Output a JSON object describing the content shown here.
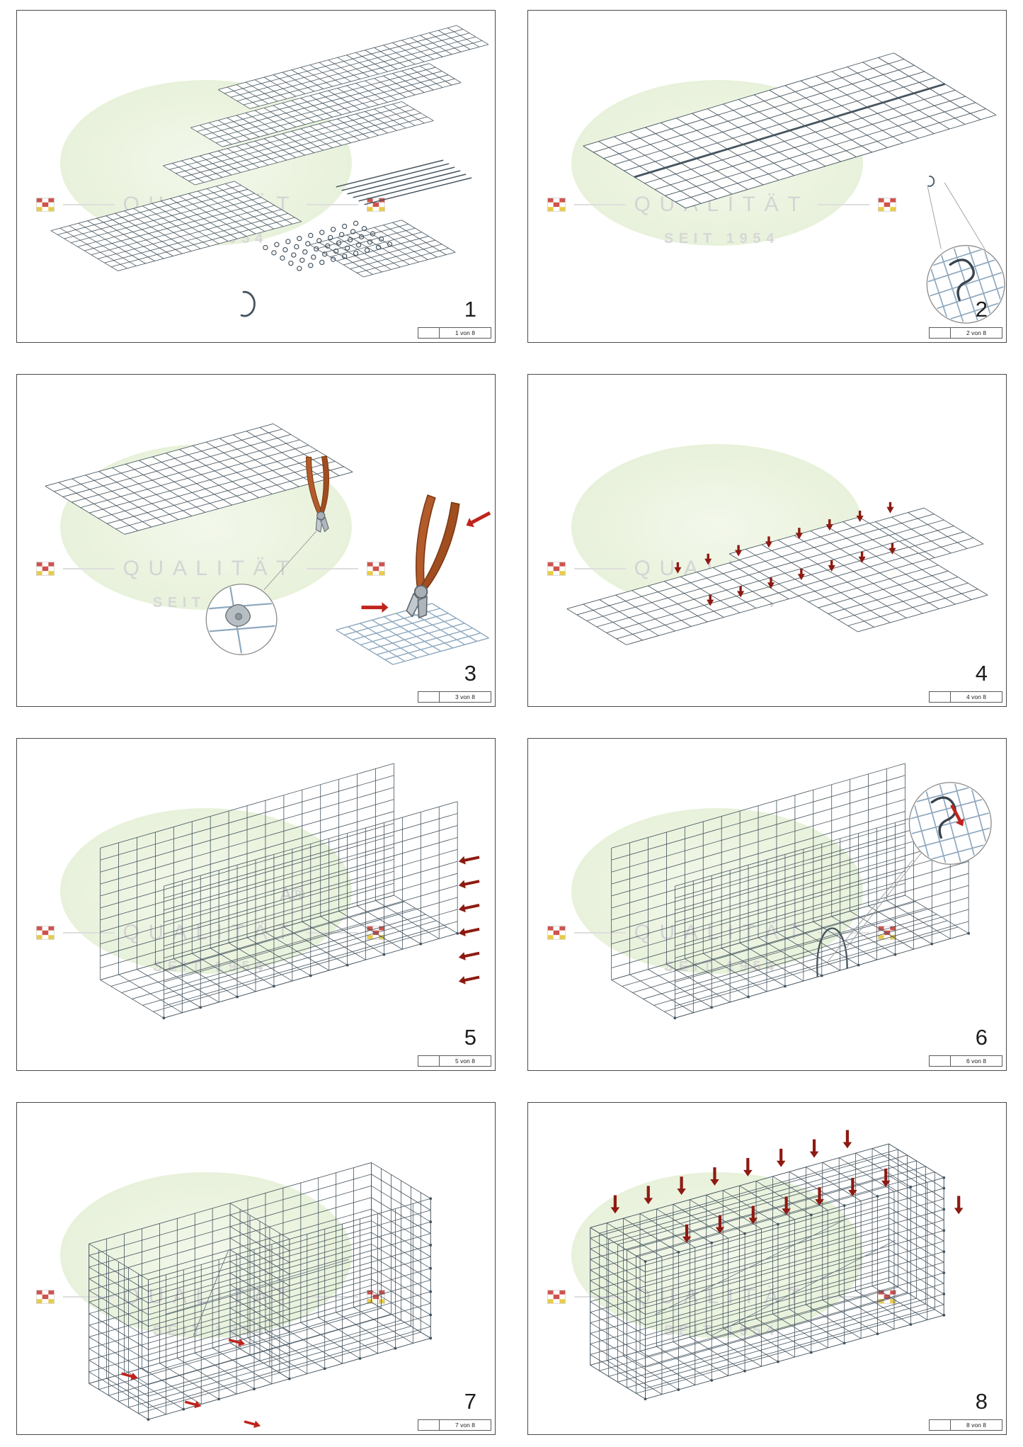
{
  "watermark": {
    "line1": "QUALITÄT",
    "line2": "SEIT 1954"
  },
  "panels": [
    {
      "number": "1",
      "page_label": "1 von 8",
      "illustration": "parts-overview-mesh-panels-rods-spirals-hook"
    },
    {
      "number": "2",
      "page_label": "2 von 8",
      "illustration": "base-mesh-panel-with-hook-zoom-detail"
    },
    {
      "number": "3",
      "page_label": "3 von 8",
      "illustration": "mesh-panel-with-pliers-and-clamp-zoom-detail"
    },
    {
      "number": "4",
      "page_label": "4 von 8",
      "illustration": "flat-mesh-layout-with-fastening-arrows"
    },
    {
      "number": "5",
      "page_label": "5 von 8",
      "illustration": "side-walls-raised-with-spiral-arrows",
      "brand_fragment": "A®"
    },
    {
      "number": "6",
      "page_label": "6 von 8",
      "illustration": "walls-joined-with-tension-hook-zoom-detail"
    },
    {
      "number": "7",
      "page_label": "7 von 8",
      "illustration": "all-walls-and-partition-raised-with-corner-arrows"
    },
    {
      "number": "8",
      "page_label": "8 von 8",
      "illustration": "closed-gabion-basket-with-lid-press-arrows"
    }
  ],
  "colors": {
    "mesh": "#45545f",
    "mesh_light": "#8ea8bf",
    "arrow_red": "#c0231c",
    "arrow_dark": "#8d1a12",
    "watermark_text": "#d4d4d4",
    "watermark_ellipse": "#e9f2dc",
    "logo_red": "#c4372e",
    "logo_yellow": "#e5c32a",
    "tool_handle": "#b35b2a",
    "tool_metal": "#aeb6bc",
    "panel_border": "#4a4a4a",
    "number": "#1d1d1d"
  }
}
